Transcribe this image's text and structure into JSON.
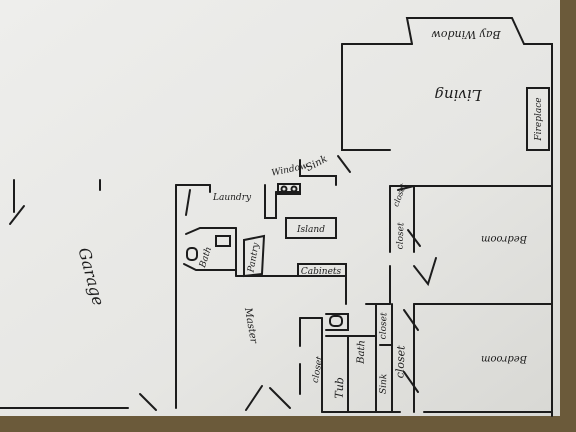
{
  "labels": {
    "bay_window": "Bay Window",
    "living": "Living",
    "fireplace": "Fireplace",
    "window": "Window",
    "sink_kitchen": "Sink",
    "laundry": "Laundry",
    "island": "Island",
    "garage": "Garage",
    "bath_small": "Bath",
    "pantry": "Pantry",
    "closet_hall": "closet",
    "closet_upper": "closet",
    "bedroom_upper": "Bedroom",
    "cabinets": "Cabinets",
    "master": "Master",
    "closet_master": "closet",
    "tub": "Tub",
    "bath_main": "Bath",
    "sink_bath": "Sink",
    "closet_mid": "closet",
    "closet_lower": "closet",
    "bedroom_lower": "Bedroom"
  }
}
